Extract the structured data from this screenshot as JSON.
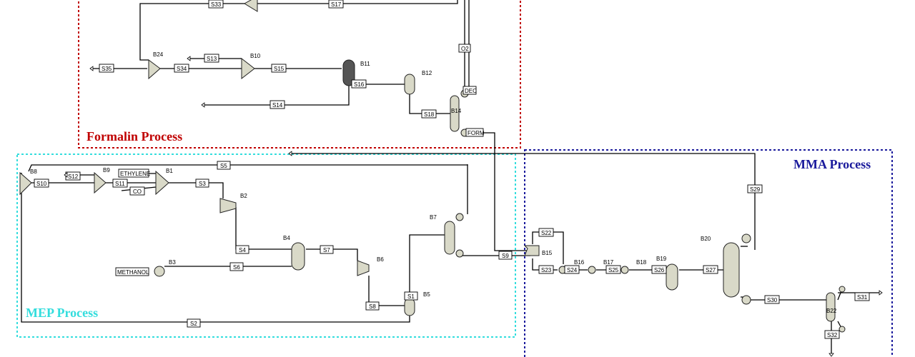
{
  "regions": {
    "formalin": {
      "label": "Formalin Process",
      "color": "#c00000"
    },
    "mep": {
      "label": "MEP Process",
      "color": "#33dddd"
    },
    "mma": {
      "label": "MMA Process",
      "color": "#1a1a9c"
    }
  },
  "blocks": {
    "b24": "B24",
    "b10": "B10",
    "b11": "B11",
    "b12": "B12",
    "b14": "B14",
    "b8": "B8",
    "b9": "B9",
    "b1": "B1",
    "b2": "B2",
    "b3": "B3",
    "b4": "B4",
    "b5": "B5",
    "b6": "B6",
    "b7": "B7",
    "b15": "B15",
    "b16": "B16",
    "b17": "B17",
    "b18": "B18",
    "b19": "B19",
    "b20": "B20",
    "b22": "B22"
  },
  "streams": {
    "s33": "S33",
    "s17": "S17",
    "s35": "S35",
    "s34": "S34",
    "s13": "S13",
    "s15": "S15",
    "s16": "S16",
    "s14": "S14",
    "s18": "S18",
    "o2": "O2",
    "dec": "DEC",
    "form": "FORM",
    "s12": "S12",
    "s10": "S10",
    "ethylene": "ETHYLENE",
    "s11": "S11",
    "co": "CO",
    "s5": "S5",
    "s3": "S3",
    "s4": "S4",
    "s7": "S7",
    "methanol": "METHANOL",
    "s6": "S6",
    "s8": "S8",
    "s1": "S1",
    "s2": "S2",
    "s9": "S9",
    "s22": "S22",
    "s23": "S23",
    "s24": "S24",
    "s25": "S25",
    "s26": "S26",
    "s27": "S27",
    "s29": "S29",
    "s30": "S30",
    "s31": "S31",
    "s32": "S32"
  }
}
